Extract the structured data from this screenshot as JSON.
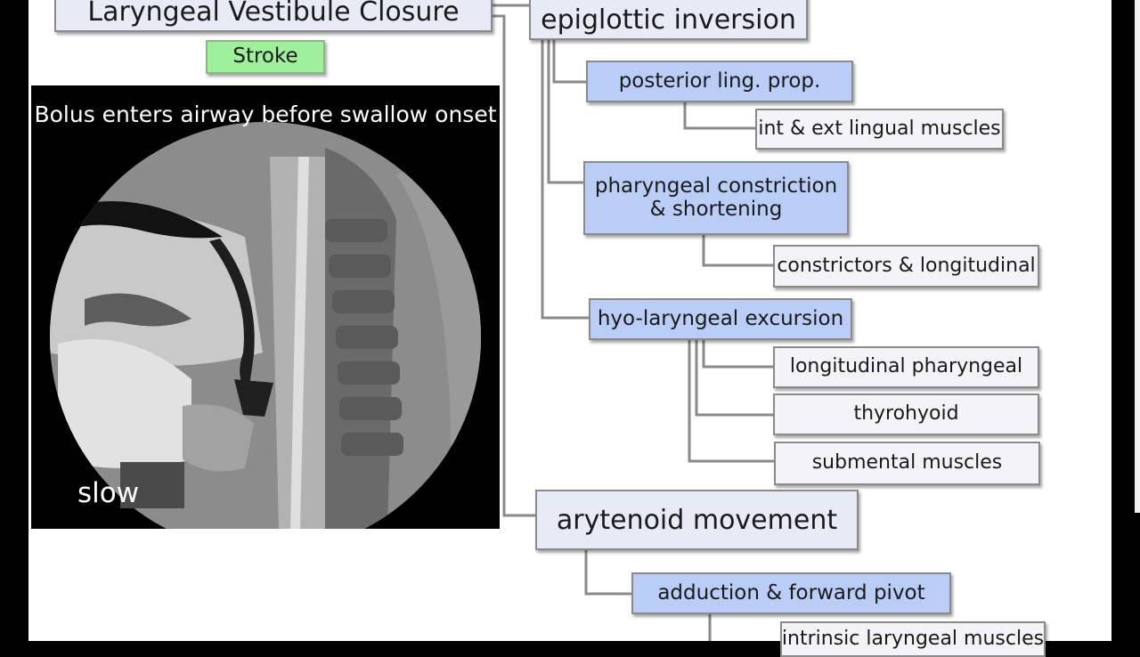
{
  "diagram": {
    "title": "Laryngeal Vestibule Closure",
    "tag": "Stroke",
    "video": {
      "caption": "Bolus enters airway before swallow onset",
      "speed": "slow"
    },
    "nodes": {
      "epiglottic_inversion": "epiglottic inversion",
      "posterior_ling_prop": "posterior ling. prop.",
      "int_ext_lingual": "int & ext lingual muscles",
      "pharyngeal_constriction": "pharyngeal constriction\n& shortening",
      "constrictors_longitudinal": "constrictors & longitudinal",
      "hyo_laryngeal_excursion": "hyo-laryngeal excursion",
      "longitudinal_pharyngeal": "longitudinal pharyngeal",
      "thyrohyoid": "thyrohyoid",
      "submental_muscles": "submental muscles",
      "arytenoid_movement": "arytenoid movement",
      "adduction_forward_pivot": "adduction & forward pivot",
      "intrinsic_laryngeal": "intrinsic laryngeal muscles"
    }
  }
}
